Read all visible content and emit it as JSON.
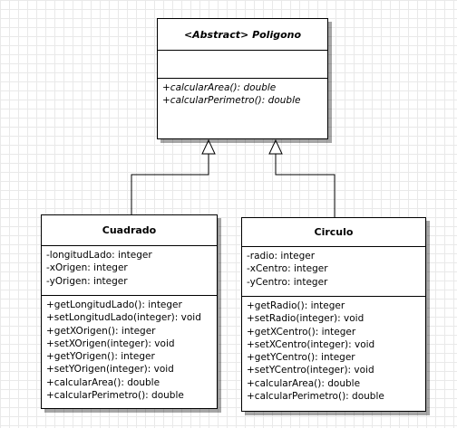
{
  "classes": {
    "poligono": {
      "stereotype": "<Abstract>",
      "name": "Poligono",
      "attributes": [],
      "methods": [
        "+calcularArea(): double",
        "+calcularPerimetro(): double"
      ]
    },
    "cuadrado": {
      "name": "Cuadrado",
      "attributes": [
        "-longitudLado: integer",
        "-xOrigen: integer",
        "-yOrigen: integer"
      ],
      "methods": [
        "+getLongitudLado(): integer",
        "+setLongitudLado(integer): void",
        "+getXOrigen(): integer",
        "+setXOrigen(integer): void",
        "+getYOrigen(): integer",
        "+setYOrigen(integer): void",
        "+calcularArea(): double",
        "+calcularPerimetro(): double"
      ]
    },
    "circulo": {
      "name": "Circulo",
      "attributes": [
        "-radio: integer",
        "-xCentro: integer",
        "-yCentro: integer"
      ],
      "methods": [
        "+getRadio(): integer",
        "+setRadio(integer): void",
        "+getXCentro(): integer",
        "+setXCentro(integer): void",
        "+getYCentro(): integer",
        "+setYCentro(integer): void",
        "+calcularArea(): double",
        "+calcularPerimetro(): double"
      ]
    }
  },
  "relations": [
    {
      "type": "generalization",
      "from": "Cuadrado",
      "to": "Poligono"
    },
    {
      "type": "generalization",
      "from": "Circulo",
      "to": "Poligono"
    }
  ]
}
